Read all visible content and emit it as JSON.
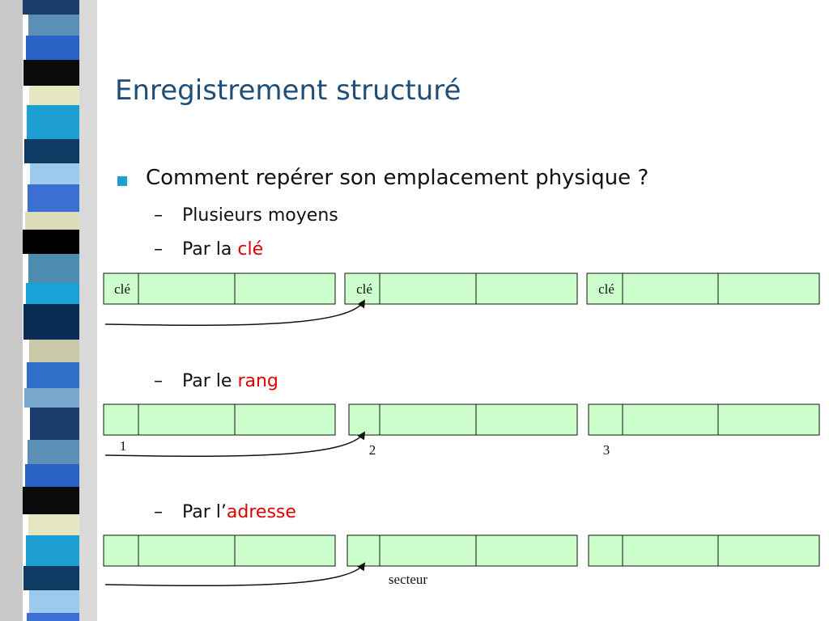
{
  "slide": {
    "title": "Enregistrement structuré",
    "bullet": "Comment repérer son emplacement physique ?",
    "sub_items": [
      {
        "prefix": "Plusieurs moyens",
        "highlight": ""
      },
      {
        "prefix": "Par la ",
        "highlight": "clé"
      },
      {
        "prefix": "Par le ",
        "highlight": "rang"
      },
      {
        "prefix": "Par l’",
        "highlight": "adresse"
      }
    ],
    "dash": "–"
  },
  "diagrams": {
    "key": {
      "cell_label": "clé"
    },
    "rank": {
      "labels": [
        "1",
        "2",
        "3"
      ]
    },
    "address": {
      "label": "secteur"
    }
  },
  "colors": {
    "cell_fill": "#ccffcc",
    "highlight": "#e00000",
    "title": "#1f4e79",
    "bullet": "#1e9fd4"
  }
}
